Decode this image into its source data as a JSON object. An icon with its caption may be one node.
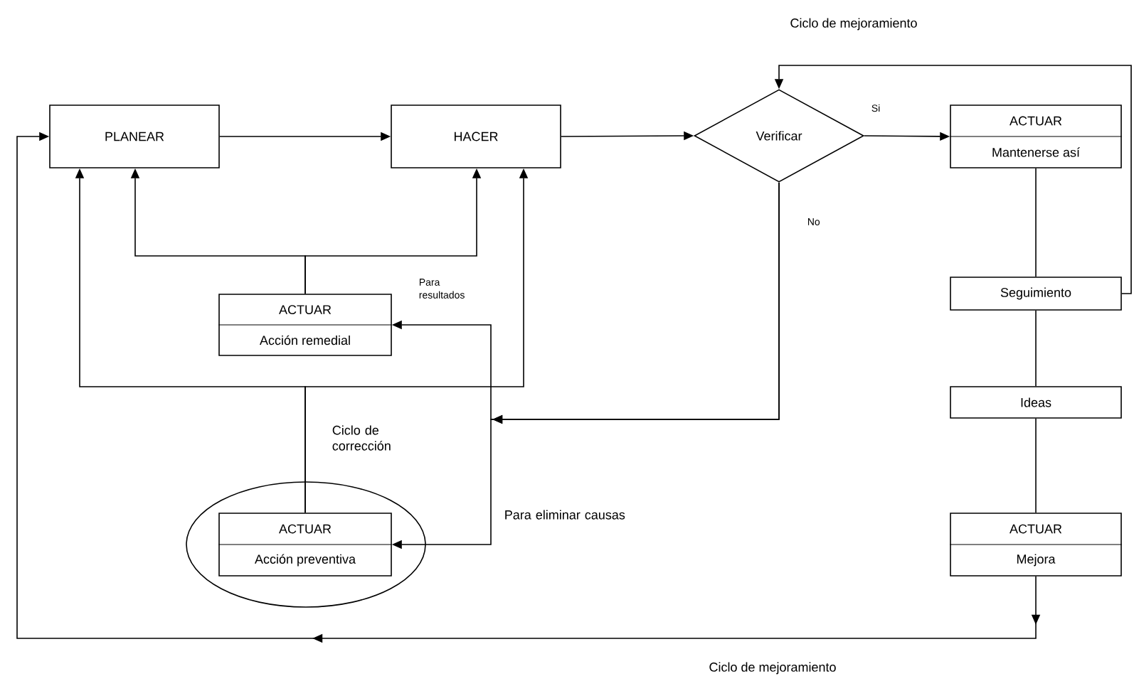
{
  "diagram": {
    "nodes": [
      {
        "text": [
          "PLANEAR"
        ]
      },
      {
        "text": [
          "HACER"
        ]
      },
      {
        "text": [
          "Verificar"
        ]
      },
      {
        "text": [
          "ACTUAR",
          "Mantenerse así"
        ]
      },
      {
        "text": [
          "ACTUAR",
          "Acción remedial"
        ]
      },
      {
        "text": [],
        "shape": "ellipse"
      },
      {
        "text": [
          "ACTUAR",
          "Acción preventiva"
        ],
        "in": 5
      },
      {
        "text": [
          "Seguimiento"
        ]
      },
      {
        "text": [
          "Ideas"
        ]
      },
      {
        "text": [
          "ACTUAR",
          "Mejora"
        ]
      }
    ],
    "edges": [
      {
        "from": 0,
        "to": 1,
        "arrow": "to"
      },
      {
        "from": 1,
        "to": 2,
        "arrow": "to"
      },
      {
        "from": 2,
        "to": 3,
        "arrow": "to",
        "label": "Si"
      },
      {
        "from": 3,
        "to": 7,
        "arrow": "none"
      },
      {
        "from": 7,
        "to": 8,
        "arrow": "none"
      },
      {
        "from": 8,
        "to": 9,
        "arrow": "none"
      },
      {
        "from": 9,
        "to": 0,
        "arrow": "to"
      },
      {
        "from": 7,
        "to": 2,
        "arrow": "to"
      },
      {
        "from": 2,
        "to": 4,
        "arrow": "to",
        "label": "Para resultados"
      },
      {
        "from": 2,
        "to": 6,
        "arrow": "to",
        "label": "Para eliminar causas"
      },
      {
        "from": 4,
        "to": 0,
        "arrow": "to"
      },
      {
        "from": 4,
        "to": 1,
        "arrow": "to"
      },
      {
        "from": 6,
        "to": 0,
        "arrow": "to"
      },
      {
        "from": 6,
        "to": 1,
        "arrow": "to"
      }
    ],
    "labels": [
      "No",
      "Ciclo de mejoramiento",
      "Ciclo de corrección",
      "Ciclo de mejoramiento"
    ]
  }
}
